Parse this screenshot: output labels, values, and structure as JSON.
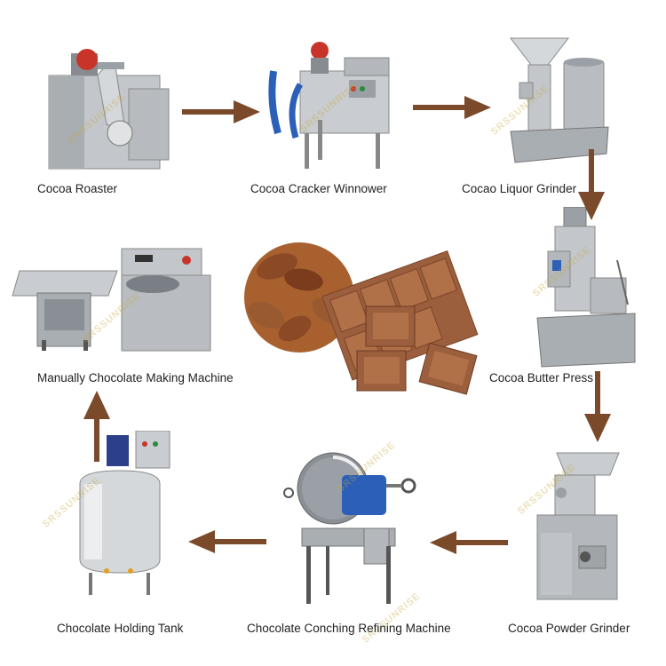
{
  "colors": {
    "arrow": "#7a4a2b",
    "steel": "#c9ccd0",
    "steel_dark": "#8a8f95",
    "blue": "#2b5fb8",
    "red": "#c8342a",
    "cocoa": "#8b4a25",
    "chocolate": "#9c5f3d"
  },
  "stages": {
    "roaster": {
      "label": "Cocoa Roaster",
      "icon": "roaster-machine-icon"
    },
    "winnower": {
      "label": "Cocoa Cracker Winnower",
      "icon": "winnower-machine-icon"
    },
    "liquor": {
      "label": "Cocao Liquor Grinder",
      "icon": "colloid-grinder-icon"
    },
    "press": {
      "label": "Cocoa Butter Press",
      "icon": "hydraulic-press-icon"
    },
    "powder": {
      "label": "Cocoa Powder Grinder",
      "icon": "powder-grinder-icon"
    },
    "conche": {
      "label": "Chocolate Conching Refining Machine",
      "icon": "conche-machine-icon"
    },
    "holding": {
      "label": "Chocolate Holding Tank",
      "icon": "holding-tank-icon"
    },
    "making": {
      "label": "Manually Chocolate Making Machine",
      "icon": "tempering-machine-icon"
    }
  },
  "center": {
    "icon": "cocoa-beans-and-chocolate-icon"
  },
  "watermark": "SRSSUNRISE"
}
